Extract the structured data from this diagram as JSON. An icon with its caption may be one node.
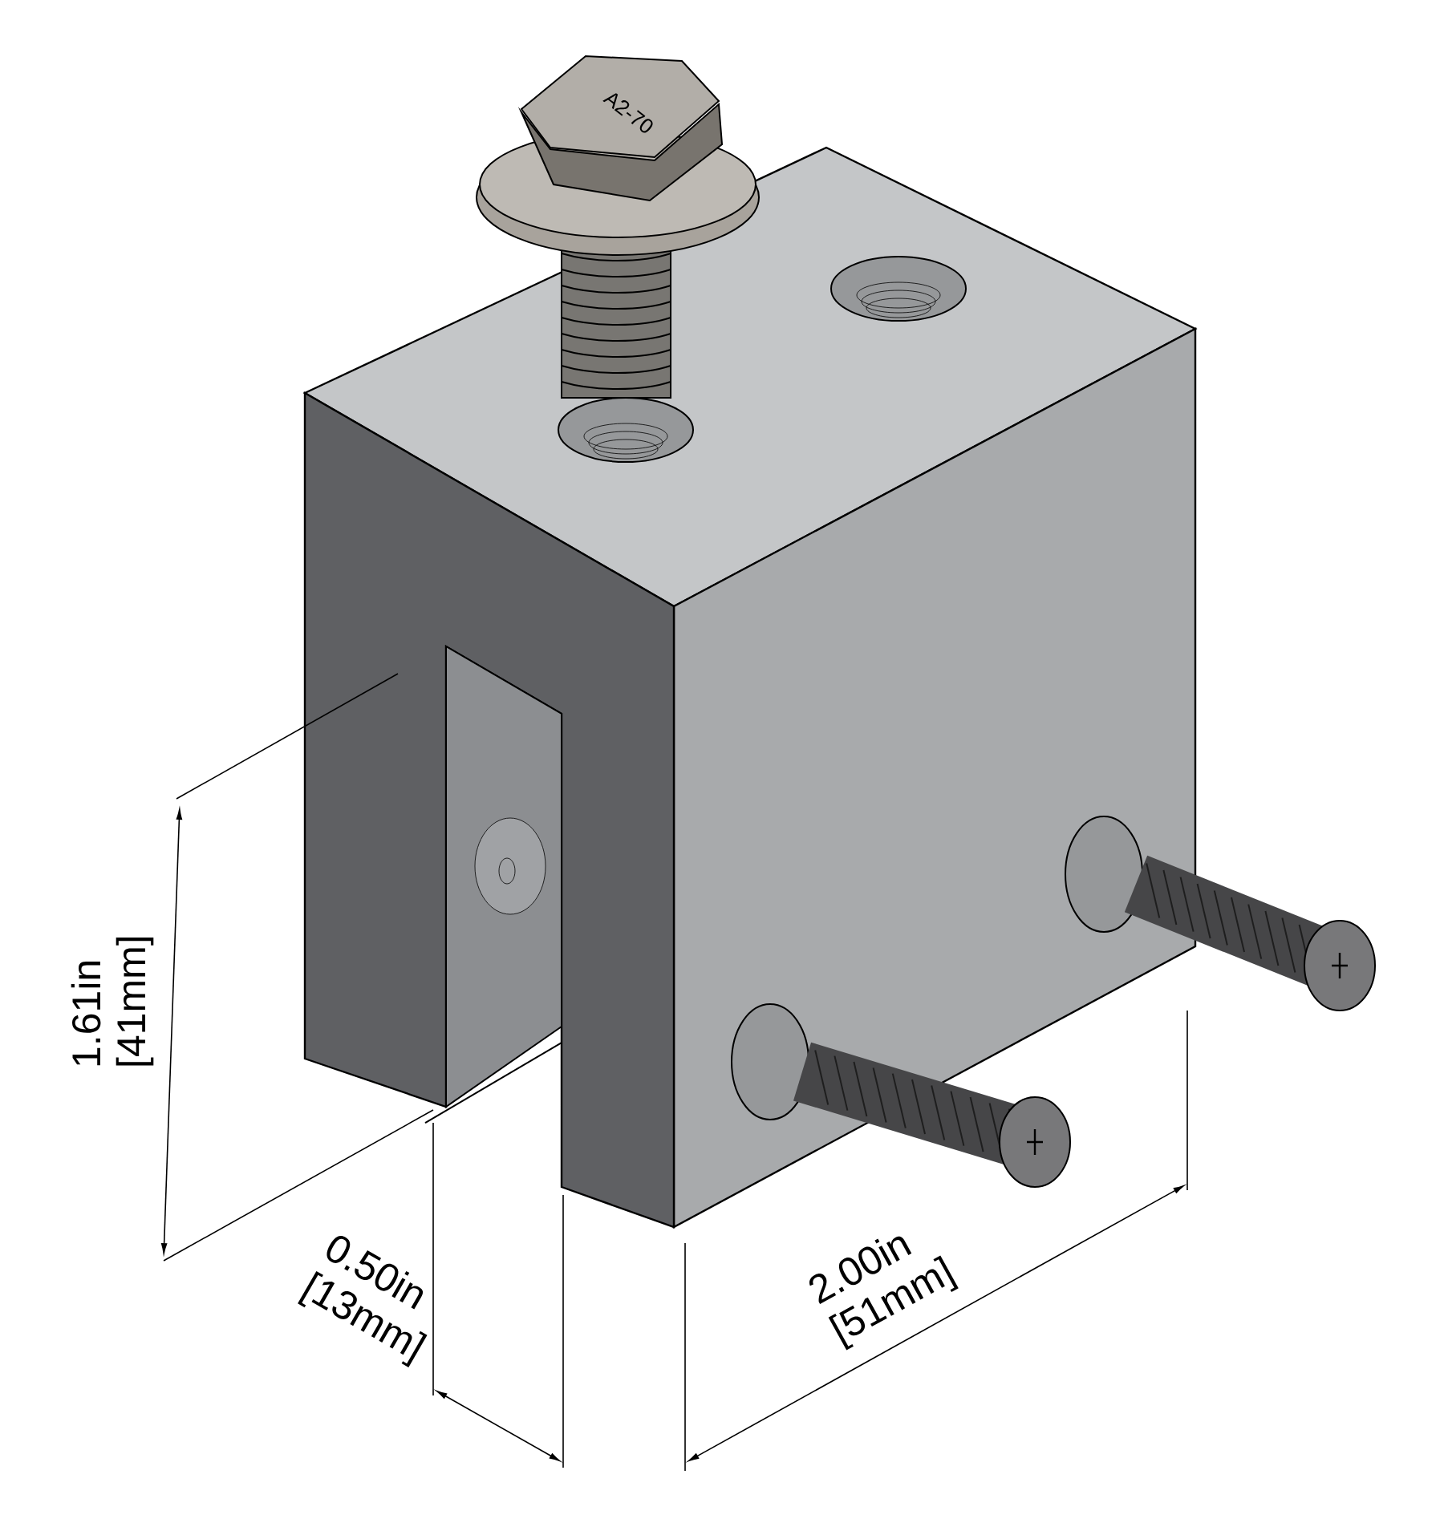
{
  "diagram": {
    "labels": [
      "A2-70",
      "1.61in [41mm]",
      "0.50in [13mm]",
      "2.00in [51mm]"
    ]
  }
}
